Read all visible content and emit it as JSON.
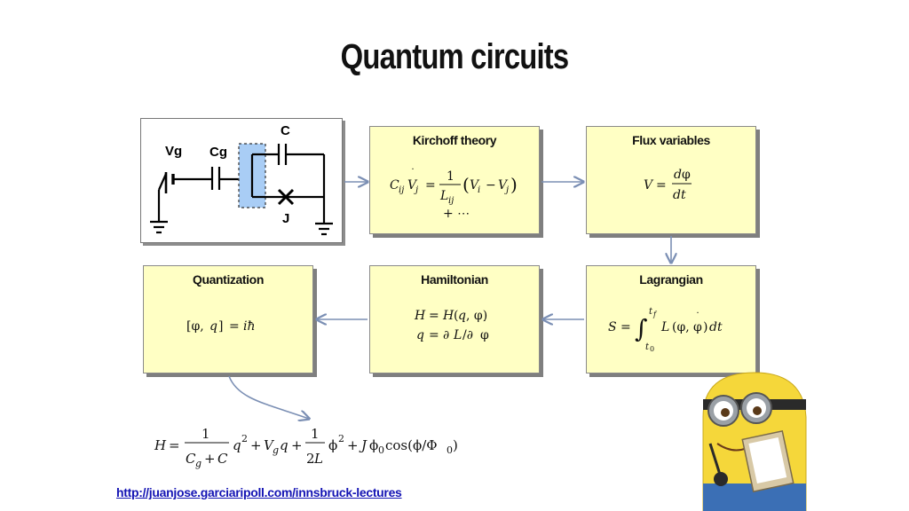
{
  "slide": {
    "title": "Quantum circuits",
    "link": "http://juanjose.garciaripoll.com/innsbruck-lectures"
  },
  "circuit": {
    "labels": {
      "vg": "Vg",
      "cg": "Cg",
      "c": "C",
      "j": "J"
    },
    "island_color": "#a9cdf5"
  },
  "boxes": {
    "kirchoff": {
      "title": "Kirchoff theory"
    },
    "flux": {
      "title": "Flux variables"
    },
    "quantization": {
      "title": "Quantization"
    },
    "hamiltonian": {
      "title": "Hamiltonian"
    },
    "lagrangian": {
      "title": "Lagrangian"
    }
  },
  "colors": {
    "box_fill": "#ffffc4",
    "arrow": "#7b8fb4",
    "link": "#1414b4"
  },
  "decor": {
    "character": "minion-mascot"
  }
}
